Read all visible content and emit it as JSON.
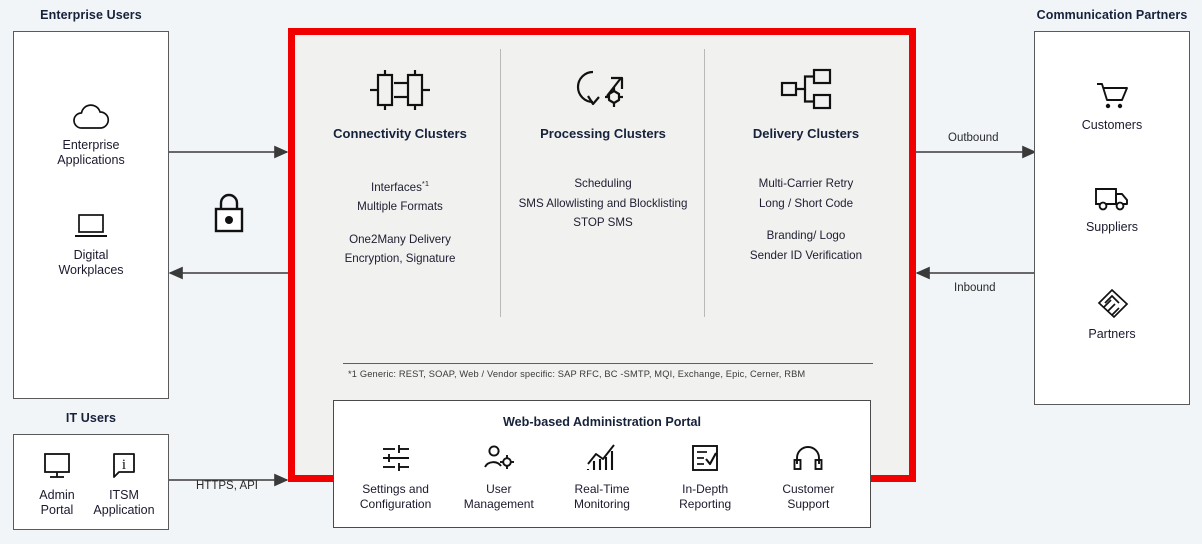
{
  "left": {
    "enterprise_title": "Enterprise Users",
    "enterprise_nodes": [
      {
        "icon": "cloud-icon",
        "label": "Enterprise\nApplications"
      },
      {
        "icon": "laptop-icon",
        "label": "Digital\nWorkplaces"
      }
    ],
    "it_title": "IT Users",
    "it_nodes": [
      {
        "icon": "monitor-icon",
        "label": "Admin\nPortal"
      },
      {
        "icon": "info-bubble-icon",
        "label": "ITSM\nApplication"
      }
    ],
    "security_icon": "padlock-icon",
    "it_connection_label": "HTTPS, API"
  },
  "core": {
    "accent_color": "#f00000",
    "clusters": [
      {
        "icon": "connectivity-icon",
        "title": "Connectivity Clusters",
        "lines_a": [
          "Interfaces*1",
          "Multiple Formats"
        ],
        "lines_b": [
          "One2Many Delivery",
          "Encryption, Signature"
        ]
      },
      {
        "icon": "processing-icon",
        "title": "Processing Clusters",
        "lines_a": [
          "Scheduling",
          "SMS Allowlisting and Blocklisting",
          "STOP SMS"
        ],
        "lines_b": []
      },
      {
        "icon": "delivery-icon",
        "title": "Delivery Clusters",
        "lines_a": [
          "Multi-Carrier Retry",
          "Long / Short Code"
        ],
        "lines_b": [
          "Branding/ Logo",
          "Sender ID Verification"
        ]
      }
    ],
    "footnote": "*1 Generic: REST, SOAP, Web / Vendor specific: SAP RFC, BC -SMTP, MQI, Exchange, Epic, Cerner, RBM",
    "portal": {
      "title": "Web-based Administration Portal",
      "items": [
        {
          "icon": "sliders-icon",
          "label": "Settings and\nConfiguration"
        },
        {
          "icon": "user-gear-icon",
          "label": "User\nManagement"
        },
        {
          "icon": "chart-trend-icon",
          "label": "Real-Time\nMonitoring"
        },
        {
          "icon": "checklist-icon",
          "label": "In-Depth\nReporting"
        },
        {
          "icon": "headset-icon",
          "label": "Customer\nSupport"
        }
      ]
    }
  },
  "right": {
    "title": "Communication Partners",
    "nodes": [
      {
        "icon": "shopping-cart-icon",
        "label": "Customers"
      },
      {
        "icon": "truck-icon",
        "label": "Suppliers"
      },
      {
        "icon": "handshake-icon",
        "label": "Partners"
      }
    ],
    "outbound_label": "Outbound",
    "inbound_label": "Inbound"
  }
}
